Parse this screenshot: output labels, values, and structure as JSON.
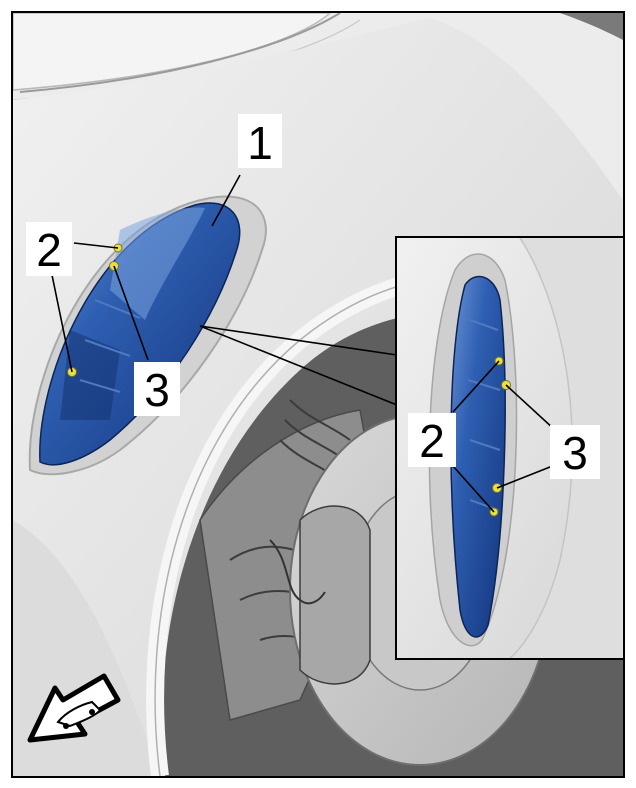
{
  "callouts": {
    "part_1": "1",
    "fastener_2_main": "2",
    "fastener_3_main": "3",
    "fastener_2_detail": "2",
    "fastener_3_detail": "3"
  },
  "colors": {
    "component_blue": "#1a3f8f",
    "component_highlight": "#5b86c9",
    "body_panel": "#e6e6e6",
    "fastener_yellow": "#e8df4a",
    "frame": "#000000"
  },
  "icons": {
    "direction": "vehicle-forward-arrow-icon"
  }
}
